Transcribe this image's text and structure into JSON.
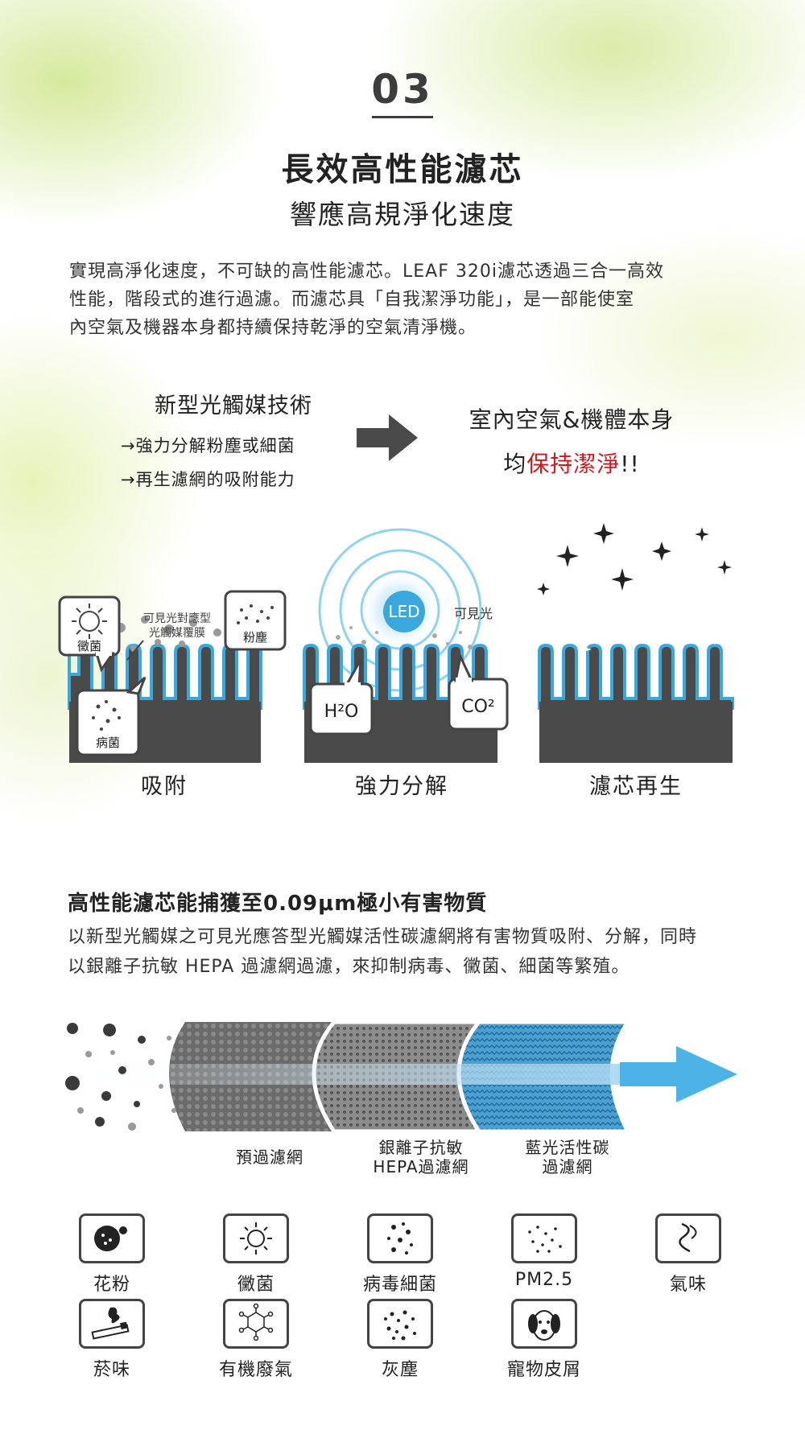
{
  "header": {
    "section_number": "03",
    "title": "長效高性能濾芯",
    "subtitle": "響應高規淨化速度"
  },
  "intro": {
    "lines": [
      "實現高淨化速度，不可缺的高性能濾芯。LEAF 320i濾芯透過三合一高效",
      "性能，階段式的進行過濾。而濾芯具「自我潔淨功能」，是一部能使室",
      "內空氣及機器本身都持續保持乾淨的空氣清淨機。"
    ]
  },
  "feature": {
    "heading": "新型光觸媒技術",
    "items": [
      "→強力分解粉塵或細菌",
      "→再生濾網的吸附能力"
    ],
    "result_line1": "室內空氣&機體本身",
    "result_line2_prefix": "均",
    "result_line2_highlight": "保持潔淨",
    "result_line2_suffix": "!!",
    "highlight_color": "#d8141b"
  },
  "diagram": {
    "labels": {
      "mold": "黴菌",
      "coating_line1": "可見光對應型",
      "coating_line2": "光觸媒覆膜",
      "dust": "粉塵",
      "bacteria": "病菌",
      "led": "LED",
      "visible_light": "可見光",
      "h2o": "H²O",
      "co2": "CO²"
    },
    "captions": [
      "吸附",
      "強力分解",
      "濾芯再生"
    ],
    "accent_color": "#3aa8dc",
    "base_color": "#4a4a4a"
  },
  "section2": {
    "title": "高性能濾芯能捕獲至0.09μm極小有害物質",
    "lines": [
      "以新型光觸媒之可見光應答型光觸媒活性碳濾網將有害物質吸附、分解，同時",
      "以銀離子抗敏 HEPA 過濾網過濾，來抑制病毒、黴菌、細菌等繁殖。"
    ]
  },
  "filters": {
    "pre": "預過濾網",
    "hepa_line1": "銀離子抗敏",
    "hepa_line2": "HEPA過濾網",
    "carbon_line1": "藍光活性碳",
    "carbon_line2": "過濾網"
  },
  "pollutants": {
    "row1": [
      {
        "label": "花粉",
        "icon": "pollen-icon"
      },
      {
        "label": "黴菌",
        "icon": "mold-icon"
      },
      {
        "label": "病毒細菌",
        "icon": "virus-bacteria-icon"
      },
      {
        "label": "PM2.5",
        "icon": "pm25-icon"
      },
      {
        "label": "氣味",
        "icon": "odor-icon"
      }
    ],
    "row2": [
      {
        "label": "菸味",
        "icon": "smoke-icon"
      },
      {
        "label": "有機廢氣",
        "icon": "organic-gas-icon"
      },
      {
        "label": "灰塵",
        "icon": "dust-icon"
      },
      {
        "label": "寵物皮屑",
        "icon": "pet-dander-icon"
      }
    ]
  }
}
